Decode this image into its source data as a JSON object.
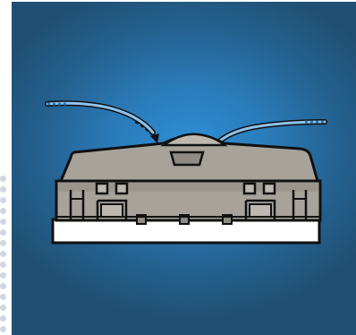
{
  "figure": {
    "subject": "connector-housing-with-latch",
    "colors": {
      "background_center": "#2f8fd6",
      "background_edge": "#1f4f72",
      "housing_fill": "#a7a39b",
      "housing_shade": "#8f8b84",
      "outline": "#111111",
      "base_plate": "#ffffff",
      "wire": "#8ec3ef",
      "rail_dots": "#d2d6df"
    },
    "icons": {
      "left_wire": "dashed-cable",
      "right_wire": "dashed-cable",
      "pointer": "curved-arrow"
    }
  }
}
